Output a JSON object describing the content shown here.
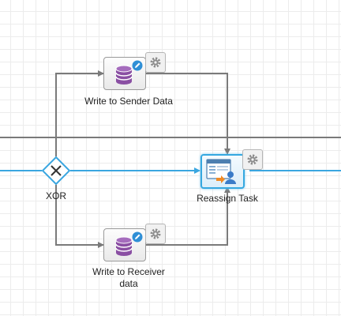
{
  "colors": {
    "flow_line": "#3aa6e0",
    "lane_line": "#7a7a7a",
    "connector": "#7a7a7a",
    "db_icon": "#8a4fa3",
    "edit_badge": "#2f8fd6",
    "gear": "#8d8d8d"
  },
  "diagram": {
    "gateway": {
      "label": "XOR",
      "icon": "x-icon"
    },
    "tasks": [
      {
        "label": "Write to Sender Data",
        "icon": "database-edit-icon"
      },
      {
        "label": "Reassign Task",
        "icon": "reassign-user-icon"
      },
      {
        "label_line1": "Write to Receiver",
        "label_line2": "data",
        "icon": "database-edit-icon"
      }
    ],
    "settings_icon": "gear-icon"
  }
}
